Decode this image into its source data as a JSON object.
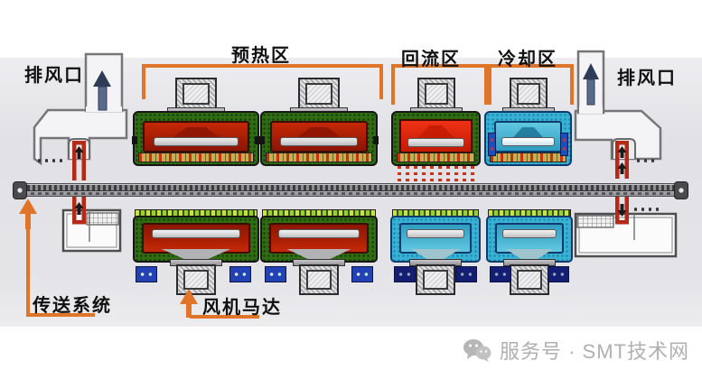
{
  "diagram": {
    "labels": {
      "preheat_zone": "预热区",
      "reflow_zone": "回流区",
      "cooling_zone": "冷却区",
      "exhaust_left": "排风口",
      "exhaust_right": "排风口",
      "conveyor_system": "传送系统",
      "fan_motor": "风机马达"
    },
    "zones": [
      {
        "label": "预热区",
        "heater_modules": 2,
        "color": "#b02206"
      },
      {
        "label": "回流区",
        "heater_modules": 1,
        "color": "#e52812"
      },
      {
        "label": "冷却区",
        "heater_modules": 1,
        "color": "#3ab5d6"
      }
    ],
    "icons": {
      "exhaust_arrows": "up-arrow-icon",
      "callout_arrows": "orange-up-arrow-icon",
      "watermark_logo": "wechat-icon"
    },
    "colors": {
      "accent_orange": "#e0752a",
      "preheat_red": "#b02206",
      "reflow_red": "#e52812",
      "cooling_cyan": "#38b2d4",
      "casing_green": "#2f6c12",
      "conveyor_gray": "#b9b9bd",
      "watermark_gray": "#b0b0b0"
    }
  },
  "watermark": {
    "text": "服务号 · SMT技术网"
  }
}
